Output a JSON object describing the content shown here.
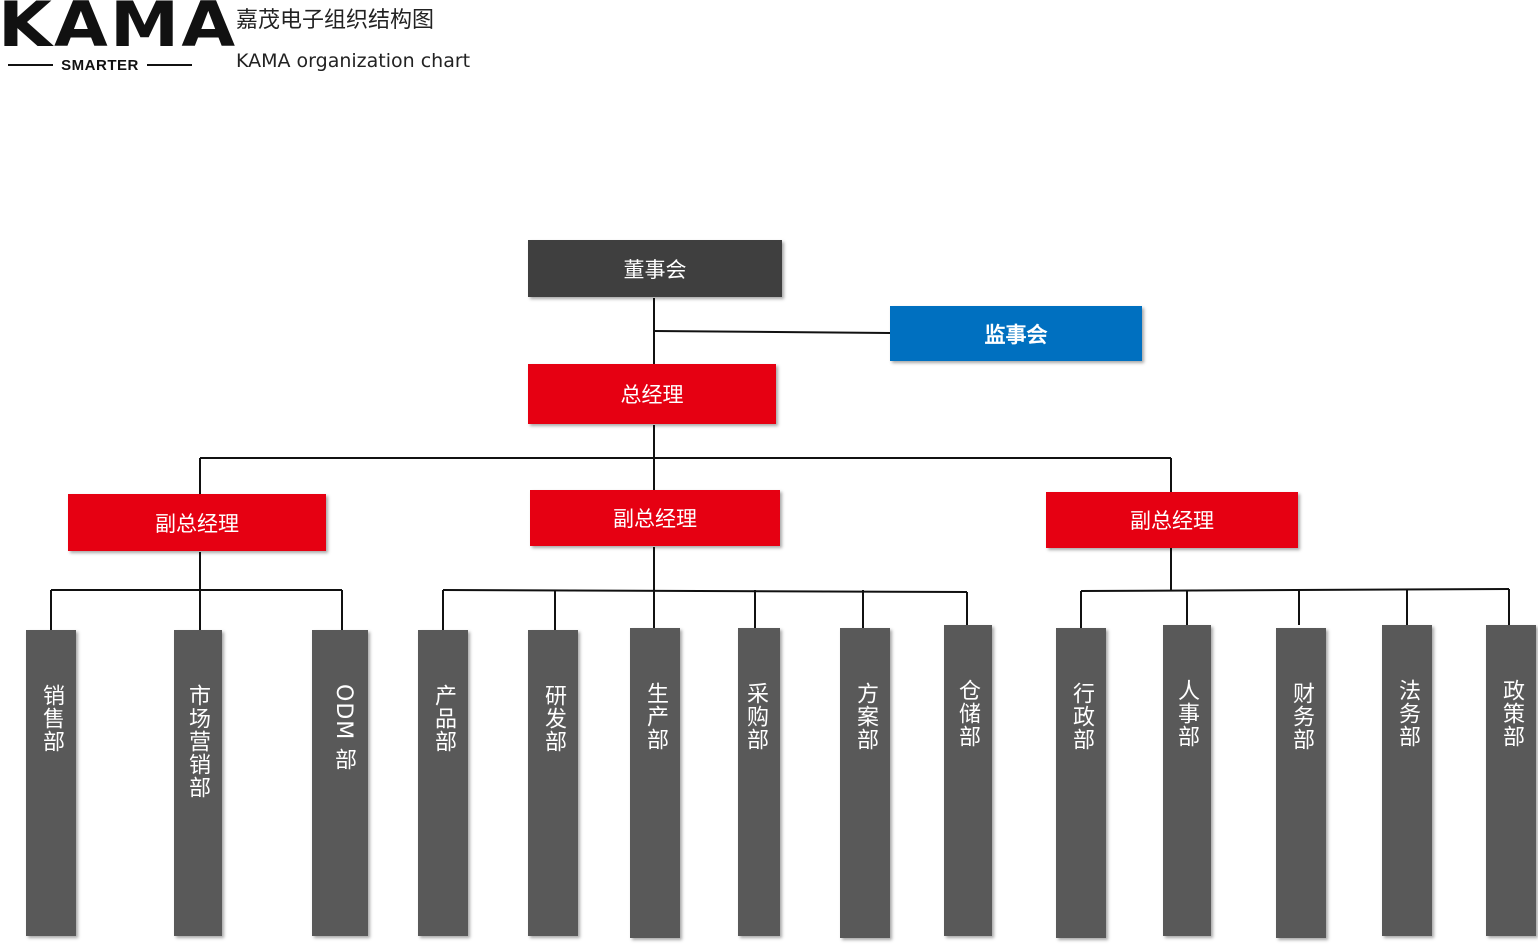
{
  "logo": {
    "brand": "KAMA",
    "tagline": "SMARTER"
  },
  "header": {
    "title_cn": "嘉茂电子组织结构图",
    "title_en": "KAMA organization chart"
  },
  "org": {
    "board": "董事会",
    "supervisory_board": "监事会",
    "general_manager": "总经理",
    "deputy_gm": [
      "副总经理",
      "副总经理",
      "副总经理"
    ],
    "departments": [
      "销售部",
      "市场营销部",
      "ODM 部",
      "产品部",
      "研发部",
      "生产部",
      "采购部",
      "方案部",
      "仓储部",
      "行政部",
      "人事部",
      "财务部",
      "法务部",
      "政策部"
    ]
  },
  "colors": {
    "dark_box": "#3f3f3f",
    "red_box": "#e60012",
    "blue_box": "#0070c0",
    "dept_box": "#595959"
  }
}
